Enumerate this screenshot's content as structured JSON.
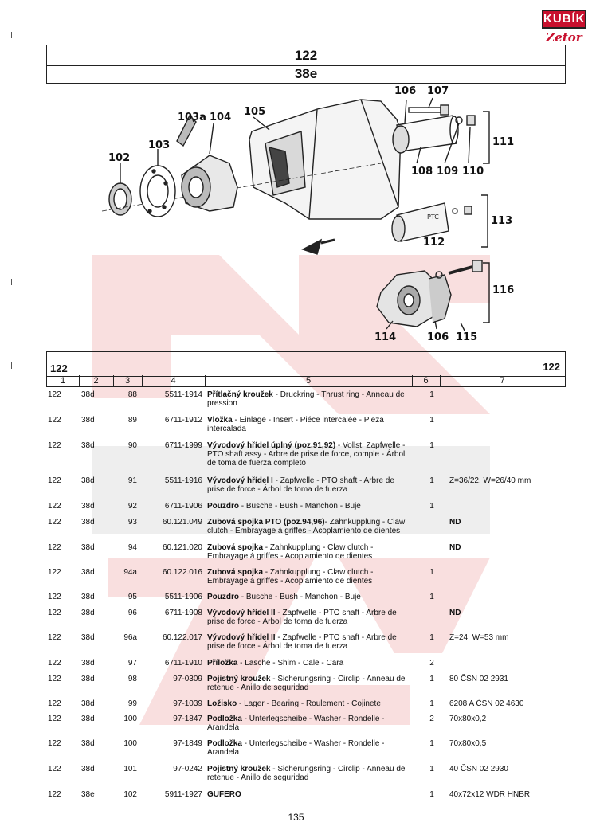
{
  "logo": {
    "top": "KUBÍK",
    "bottom": "Zetor"
  },
  "header": {
    "section": "122",
    "figure": "38e"
  },
  "diagram": {
    "callouts": {
      "c102": "102",
      "c103": "103",
      "c103a": "103a",
      "c104": "104",
      "c105": "105",
      "c106": "106",
      "c107": "107",
      "c108": "108",
      "c109": "109",
      "c110": "110",
      "c111": "111",
      "c112": "112",
      "c113": "113",
      "c114": "114",
      "c106b": "106",
      "c115": "115",
      "c116": "116"
    },
    "label_ptc": "PTC"
  },
  "table": {
    "section_left": "122",
    "section_right": "122",
    "columns": [
      "1",
      "2",
      "3",
      "4",
      "5",
      "6",
      "7"
    ],
    "rows": [
      {
        "c1": "122",
        "c2": "38d",
        "c3": "88",
        "c4": "5511-1914",
        "name": "Přítlačný kroužek",
        "desc": " - Druckring - Thrust ring - Anneau de pression",
        "qty": "1",
        "note": ""
      },
      {
        "c1": "122",
        "c2": "38d",
        "c3": "89",
        "c4": "6711-1912",
        "name": "Vložka",
        "desc": " - Einlage - Insert - Piéce intercalée - Pieza intercalada",
        "qty": "1",
        "note": ""
      },
      {
        "c1": "122",
        "c2": "38d",
        "c3": "90",
        "c4": "6711-1999",
        "name": "Vývodový hřídel úplný (poz.91,92)",
        "desc": " - Vollst. Zapfwelle - PTO shaft assy - Arbre de prise de force, comple - Árbol de toma de fuerza completo",
        "qty": "1",
        "note": ""
      },
      {
        "c1": "122",
        "c2": "38d",
        "c3": "91",
        "c4": "5511-1916",
        "name": "Vývodový hřídel I",
        "desc": " - Zapfwelle - PTO shaft - Arbre de prise de force - Árbol de toma de fuerza",
        "qty": "1",
        "note": "Z=36/22, W=26/40 mm"
      },
      {
        "c1": "122",
        "c2": "38d",
        "c3": "92",
        "c4": "6711-1906",
        "name": "Pouzdro",
        "desc": " - Busche - Bush - Manchon - Buje",
        "qty": "1",
        "note": ""
      },
      {
        "c1": "122",
        "c2": "38d",
        "c3": "93",
        "c4": "60.121.049",
        "name": "Zubová spojka PTO (poz.94,96)",
        "desc": "- Zahnkupplung - Claw clutch - Embrayage á griffes - Acoplamiento de dientes",
        "qty": "",
        "note": "ND"
      },
      {
        "c1": "122",
        "c2": "38d",
        "c3": "94",
        "c4": "60.121.020",
        "name": "Zubová spojka",
        "desc": " - Zahnkupplung - Claw clutch - Embrayage á griffes - Acoplamiento de dientes",
        "qty": "",
        "note": "ND"
      },
      {
        "c1": "122",
        "c2": "38d",
        "c3": "94a",
        "c4": "60.122.016",
        "name": "Zubová spojka",
        "desc": " - Zahnkupplung - Claw clutch - Embrayage á griffes - Acoplamiento de dientes",
        "qty": "1",
        "note": ""
      },
      {
        "c1": "122",
        "c2": "38d",
        "c3": "95",
        "c4": "5511-1906",
        "name": "Pouzdro",
        "desc": " - Busche - Bush - Manchon - Buje",
        "qty": "1",
        "note": ""
      },
      {
        "c1": "122",
        "c2": "38d",
        "c3": "96",
        "c4": "6711-1908",
        "name": "Vývodový hřídel II",
        "desc": " - Zapfwelle - PTO shaft - Arbre de prise de force - Árbol de toma de fuerza",
        "qty": "",
        "note": "ND"
      },
      {
        "c1": "122",
        "c2": "38d",
        "c3": "96a",
        "c4": "60.122.017",
        "name": "Vývodový hřídel II",
        "desc": " - Zapfwelle - PTO shaft - Arbre de prise de force - Árbol de toma de fuerza",
        "qty": "1",
        "note": "Z=24, W=53 mm"
      },
      {
        "c1": "122",
        "c2": "38d",
        "c3": "97",
        "c4": "6711-1910",
        "name": "Příložka",
        "desc": " - Lasche - Shim - Cale - Cara",
        "qty": "2",
        "note": ""
      },
      {
        "c1": "122",
        "c2": "38d",
        "c3": "98",
        "c4": "97-0309",
        "name": "Pojistný kroužek",
        "desc": " - Sicherungsring - Circlip - Anneau de retenue - Anillo de seguridad",
        "qty": "1",
        "note": "80 ČSN 02 2931"
      },
      {
        "c1": "122",
        "c2": "38d",
        "c3": "99",
        "c4": "97-1039",
        "name": "Ložisko",
        "desc": " - Lager - Bearing - Roulement - Cojinete",
        "qty": "1",
        "note": "6208 A ČSN 02 4630"
      },
      {
        "c1": "122",
        "c2": "38d",
        "c3": "100",
        "c4": "97-1847",
        "name": "Podložka",
        "desc": " - Unterlegscheibe - Washer - Rondelle - Arandela",
        "qty": "2",
        "note": "70x80x0,2"
      },
      {
        "c1": "122",
        "c2": "38d",
        "c3": "100",
        "c4": "97-1849",
        "name": "Podložka",
        "desc": " - Unterlegscheibe - Washer - Rondelle - Arandela",
        "qty": "1",
        "note": "70x80x0,5"
      },
      {
        "c1": "122",
        "c2": "38d",
        "c3": "101",
        "c4": "97-0242",
        "name": "Pojistný kroužek",
        "desc": " - Sicherungsring - Circlip - Anneau de retenue - Anillo de seguridad",
        "qty": "1",
        "note": "40 ČSN 02 2930"
      },
      {
        "c1": "122",
        "c2": "38e",
        "c3": "102",
        "c4": "5911-1927",
        "name": "GUFERO",
        "desc": "",
        "qty": "1",
        "note": "40x72x12 WDR HNBR"
      }
    ]
  },
  "page_number": "135"
}
